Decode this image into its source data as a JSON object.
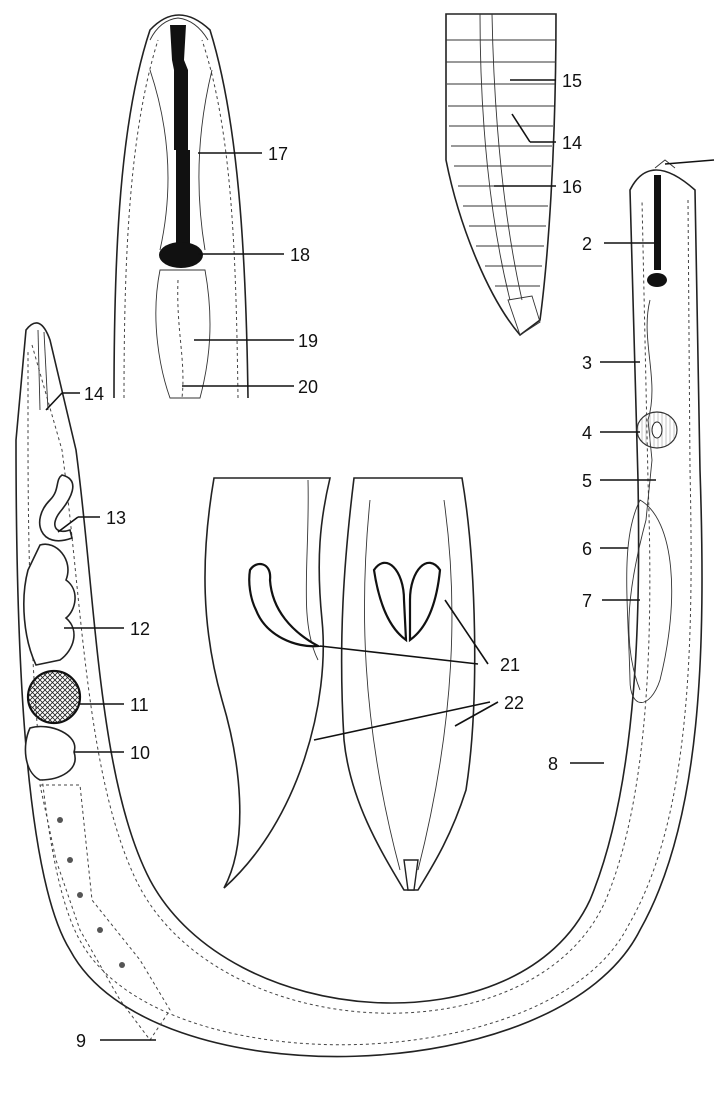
{
  "figure": {
    "labels": [
      {
        "id": "L1",
        "text": ""
      },
      {
        "id": "L2",
        "text": "2"
      },
      {
        "id": "L3",
        "text": "3"
      },
      {
        "id": "L4",
        "text": "4"
      },
      {
        "id": "L5",
        "text": "5"
      },
      {
        "id": "L6",
        "text": "6"
      },
      {
        "id": "L7",
        "text": "7"
      },
      {
        "id": "L8",
        "text": "8"
      },
      {
        "id": "L9",
        "text": "9"
      },
      {
        "id": "L10",
        "text": "10"
      },
      {
        "id": "L11",
        "text": "11"
      },
      {
        "id": "L12",
        "text": "12"
      },
      {
        "id": "L13",
        "text": "13"
      },
      {
        "id": "L14a",
        "text": "14"
      },
      {
        "id": "L14b",
        "text": "14"
      },
      {
        "id": "L15",
        "text": "15"
      },
      {
        "id": "L16",
        "text": "16"
      },
      {
        "id": "L17",
        "text": "17"
      },
      {
        "id": "L18",
        "text": "18"
      },
      {
        "id": "L19",
        "text": "19"
      },
      {
        "id": "L20",
        "text": "20"
      },
      {
        "id": "L21",
        "text": "21"
      },
      {
        "id": "L22",
        "text": "22"
      }
    ]
  }
}
